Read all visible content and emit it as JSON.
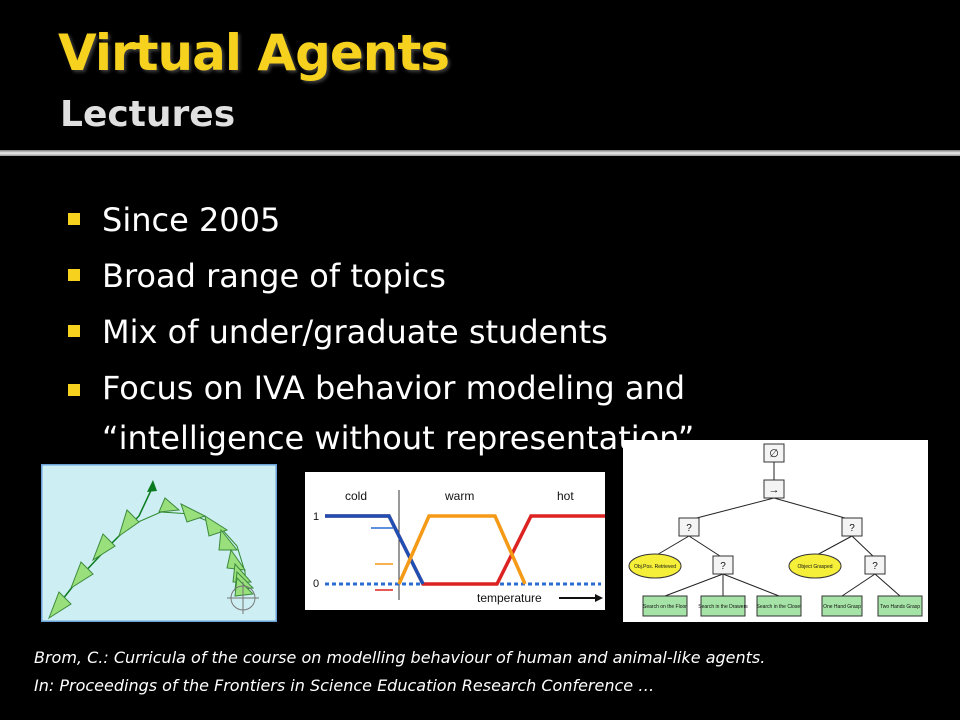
{
  "header": {
    "title": "Virtual Agents",
    "subtitle": "Lectures"
  },
  "bullets": [
    "Since 2005",
    "Broad range of topics",
    "Mix of under/graduate students",
    "Focus on IVA behavior modeling and “intelligence without representation”"
  ],
  "fuzzy": {
    "labels": [
      "cold",
      "warm",
      "hot"
    ],
    "y_ticks": [
      "1",
      "0"
    ],
    "axis_label": "temperature",
    "colors": {
      "cold": "#1f4fb3",
      "warm": "#f59a16",
      "hot": "#dd2222"
    }
  },
  "tree": {
    "root": "∅",
    "sequence": "→",
    "selector": "?",
    "conditions": [
      "Obj.Pos. Retrieved",
      "Object Grasped"
    ],
    "leaves": [
      "Search on the Floor",
      "Search in the Drawers",
      "Search in the Closet",
      "One Hand Grasp",
      "Two Hands Grasp"
    ]
  },
  "citation": {
    "line1": "Brom, C.: Curricula of the course on modelling behaviour of human and animal-like agents.",
    "line2": "In: Proceedings of the Frontiers in Science Education Research Conference …"
  }
}
